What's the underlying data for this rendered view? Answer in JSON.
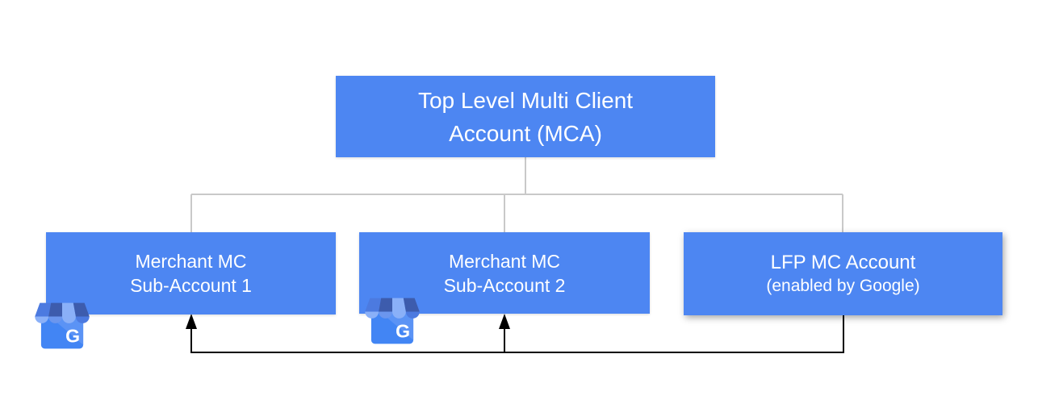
{
  "colors": {
    "background": "#FFFFFF",
    "node_fill": "#4D86F2",
    "node_text": "#FFFFFF",
    "connector": "#C9C9C9",
    "arrow": "#000000"
  },
  "nodes": {
    "root": {
      "line1": "Top Level Multi Client",
      "line2": "Account (MCA)"
    },
    "sub1": {
      "line1": "Merchant MC",
      "line2": "Sub-Account 1"
    },
    "sub2": {
      "line1": "Merchant MC",
      "line2": "Sub-Account 2"
    },
    "lfp": {
      "line1": "LFP MC Account",
      "line2": "(enabled by Google)"
    }
  },
  "icons": {
    "business_profile": {
      "name": "google-business-profile-icon",
      "letter": "G"
    }
  }
}
